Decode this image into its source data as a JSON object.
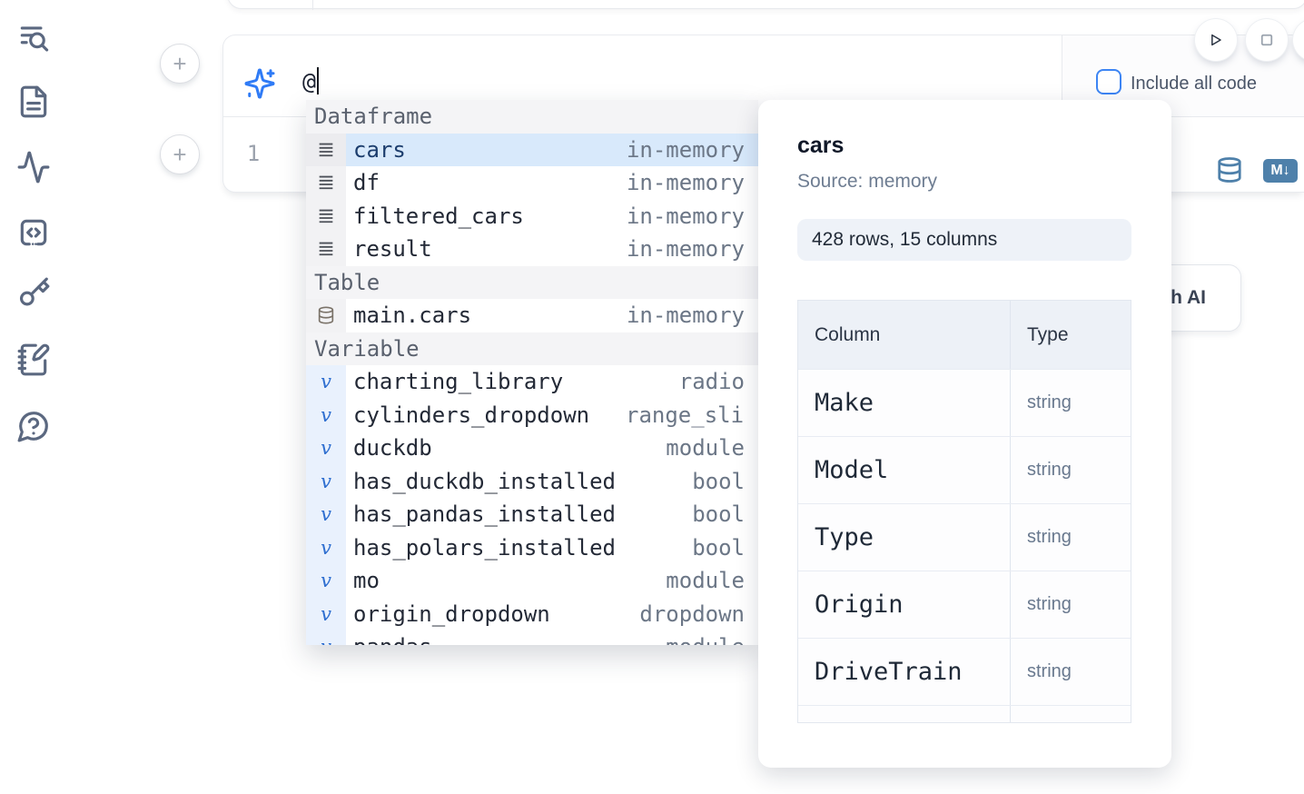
{
  "colors": {
    "accent_blue": "#2f7bf6",
    "steel_blue": "#4e80aa",
    "selected_row_bg": "#d8e9fb",
    "selected_row_text": "#1c3d6d"
  },
  "sidebar": {
    "icons": [
      "toc-search",
      "file-text",
      "activity",
      "code-snippet",
      "key",
      "notebook-pen",
      "help-chat"
    ]
  },
  "ai_cell": {
    "prompt_value": "@",
    "include_all_code_label": "Include all code"
  },
  "controls": {
    "run_icon": "play",
    "stop_icon": "stop-square"
  },
  "code_cell": {
    "line_number": "1",
    "markdown_badge": "M↓"
  },
  "autocomplete": {
    "sections": [
      {
        "label": "Dataframe",
        "icon": "dataframe-rows",
        "items": [
          {
            "name": "cars",
            "type": "in-memory",
            "selected": true
          },
          {
            "name": "df",
            "type": "in-memory"
          },
          {
            "name": "filtered_cars",
            "type": "in-memory"
          },
          {
            "name": "result",
            "type": "in-memory"
          }
        ]
      },
      {
        "label": "Table",
        "icon": "database",
        "items": [
          {
            "name": "main.cars",
            "type": "in-memory"
          }
        ]
      },
      {
        "label": "Variable",
        "icon": "variable-v",
        "items": [
          {
            "name": "charting_library",
            "type": "radio"
          },
          {
            "name": "cylinders_dropdown",
            "type": "range_slider"
          },
          {
            "name": "duckdb",
            "type": "module"
          },
          {
            "name": "has_duckdb_installed",
            "type": "bool"
          },
          {
            "name": "has_pandas_installed",
            "type": "bool"
          },
          {
            "name": "has_polars_installed",
            "type": "bool"
          },
          {
            "name": "mo",
            "type": "module"
          },
          {
            "name": "origin_dropdown",
            "type": "dropdown"
          },
          {
            "name": "pandas",
            "type": "module",
            "partial": true
          }
        ]
      }
    ]
  },
  "preview_panel": {
    "title": "cars",
    "source_label": "Source: memory",
    "shape_badge": "428 rows, 15 columns",
    "schema_table": {
      "headers": [
        "Column",
        "Type"
      ],
      "rows": [
        [
          "Make",
          "string"
        ],
        [
          "Model",
          "string"
        ],
        [
          "Type",
          "string"
        ],
        [
          "Origin",
          "string"
        ],
        [
          "DriveTrain",
          "string"
        ]
      ]
    }
  },
  "generate_button": {
    "label": "Generate with AI"
  }
}
